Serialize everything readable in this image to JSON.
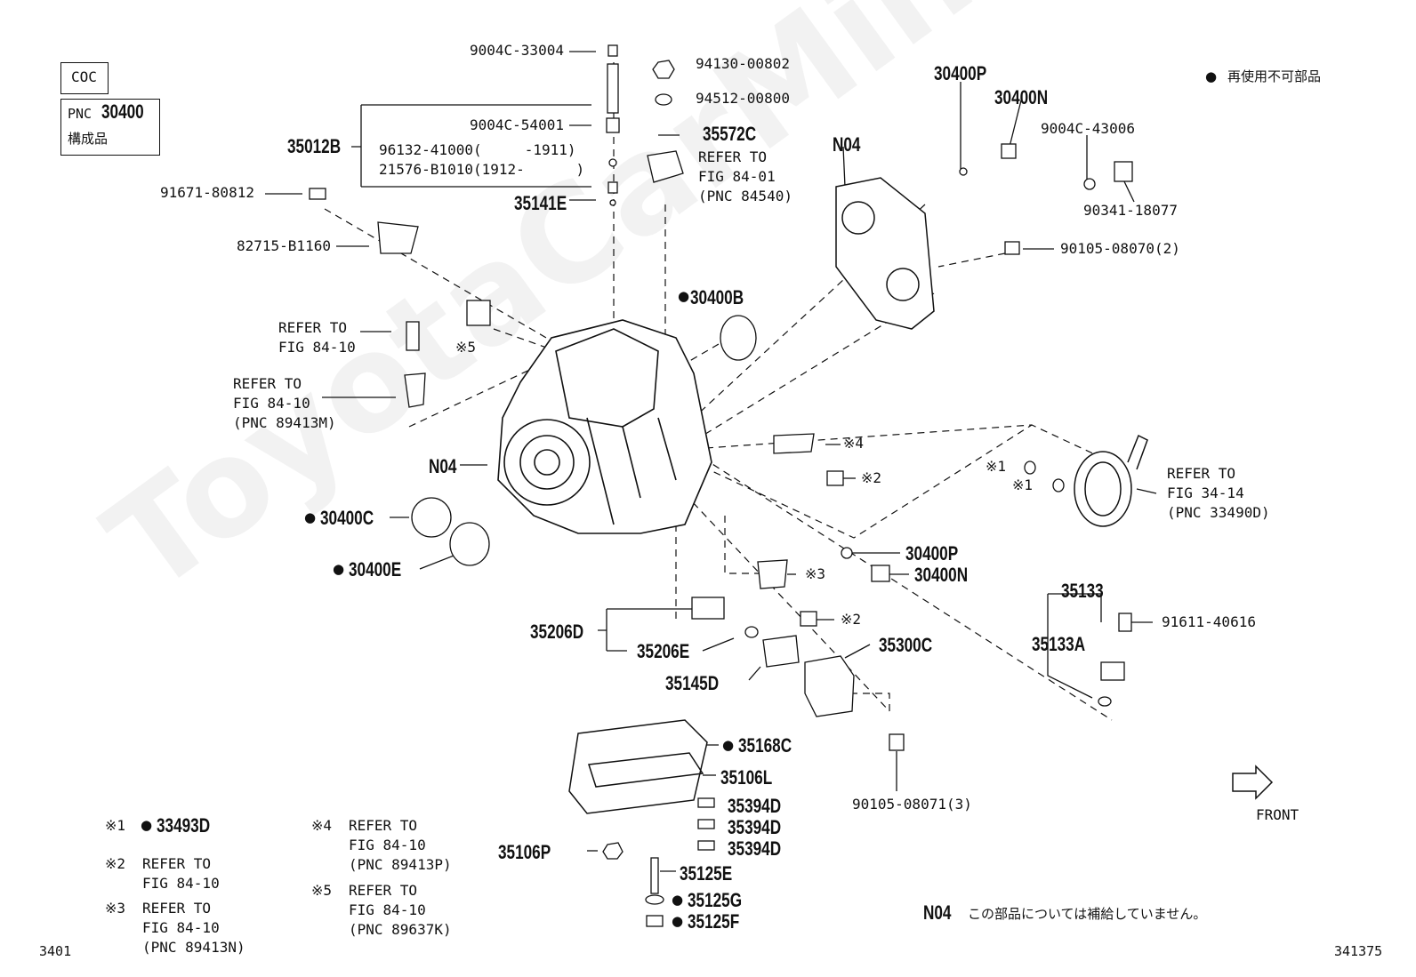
{
  "watermark": "ToyotaCarMine.ru",
  "header": {
    "coc": "COC",
    "pnc_prefix": "PNC",
    "pnc_number": "30400",
    "pnc_sub": "構成品"
  },
  "legend_top": {
    "dot": "●",
    "text": "再使用不可部品"
  },
  "parts": {
    "p9004C33004": "9004C-33004",
    "p9004C54001": "9004C-54001",
    "p35012B": "35012B",
    "p96132": "96132-41000(     -1911)",
    "p21576": "21576-B1010(1912-      )",
    "p91671": "91671-80812",
    "p82715": "82715-B1160",
    "p35141E": "35141E",
    "p94130": "94130-00802",
    "p94512": "94512-00800",
    "p35572C": "35572C",
    "refer_8401_a": "REFER TO",
    "refer_8401_b": "FIG 84-01",
    "refer_8401_c": "(PNC 84540)",
    "p30400B": "30400B",
    "refer_8410_a1": "REFER TO",
    "refer_8410_a2": "FIG 84-10",
    "refer_8410_b1": "REFER TO",
    "refer_8410_b2": "FIG 84-10",
    "refer_8410_b3": "(PNC 89413M)",
    "m5": "※5",
    "n04_main": "N04",
    "p30400C": "30400C",
    "p30400E": "30400E",
    "n04_cover": "N04",
    "p30400P_top": "30400P",
    "p30400N_top": "30400N",
    "p9004C43006": "9004C-43006",
    "p90341": "90341-18077",
    "p90105_2": "90105-08070(2)",
    "m4": "※4",
    "m2a": "※2",
    "m1a": "※1",
    "m1b": "※1",
    "refer_3414_a": "REFER TO",
    "refer_3414_b": "FIG 34-14",
    "refer_3414_c": "(PNC 33490D)",
    "p30400P_mid": "30400P",
    "p30400N_mid": "30400N",
    "m3": "※3",
    "m2b": "※2",
    "p35133": "35133",
    "p35133A": "35133A",
    "p91611": "91611-40616",
    "p35206D": "35206D",
    "p35206E": "35206E",
    "p35300C": "35300C",
    "p35145D": "35145D",
    "p35168C": "35168C",
    "p35106L": "35106L",
    "p35394D_1": "35394D",
    "p35394D_2": "35394D",
    "p35394D_3": "35394D",
    "p90105_3": "90105-08071(3)",
    "p35106P": "35106P",
    "p35125E": "35125E",
    "p35125G": "35125G",
    "p35125F": "35125F",
    "front": "FRONT"
  },
  "notes": {
    "n1_mark": "※1",
    "n1_part": "33493D",
    "n2_mark": "※2",
    "n2_l1": "REFER TO",
    "n2_l2": "FIG 84-10",
    "n3_mark": "※3",
    "n3_l1": "REFER TO",
    "n3_l2": "FIG 84-10",
    "n3_l3": "(PNC 89413N)",
    "n4_mark": "※4",
    "n4_l1": "REFER TO",
    "n4_l2": "FIG 84-10",
    "n4_l3": "(PNC 89413P)",
    "n5_mark": "※5",
    "n5_l1": "REFER TO",
    "n5_l2": "FIG 84-10",
    "n5_l3": "(PNC 89637K)"
  },
  "footer": {
    "n04_label": "N04",
    "n04_text": "この部品については補給していません。",
    "left_code": "3401",
    "right_code": "341375"
  }
}
